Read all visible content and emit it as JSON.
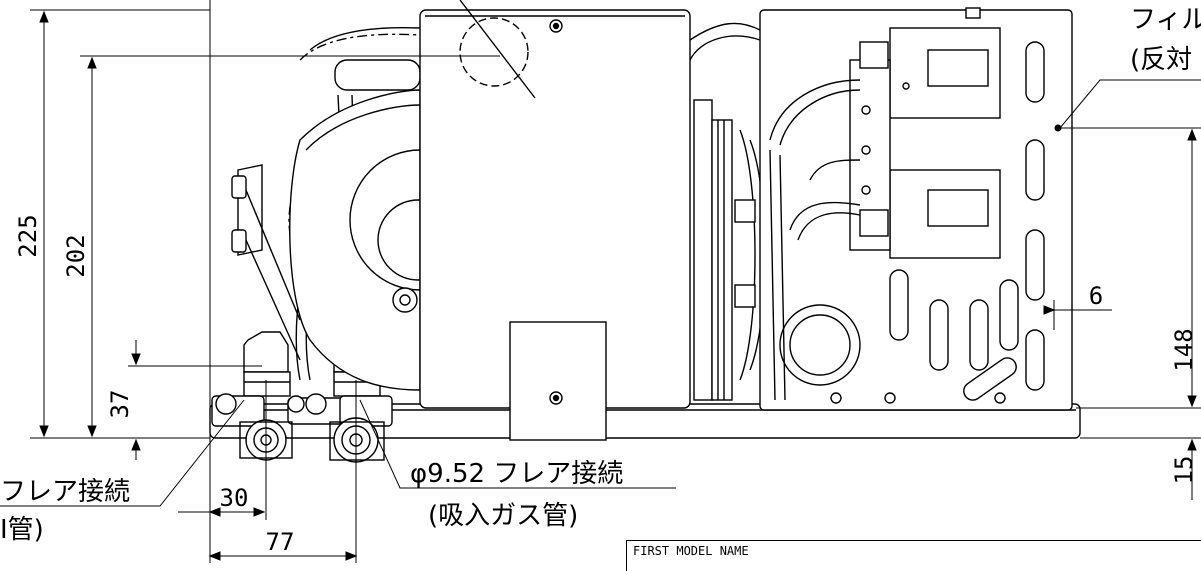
{
  "dimensions": {
    "d225": "225",
    "d202": "202",
    "d37": "37",
    "d30": "30",
    "d77": "77",
    "d6": "6",
    "d148": "148",
    "d15": "15"
  },
  "labels": {
    "left_connection_line1": "フレア接続",
    "left_connection_line2": "I管)",
    "suction_connection_line1": "φ9.52 フレア接続",
    "suction_connection_line2": "(吸入ガス管)",
    "top_right_line1": "フィル",
    "top_right_line2": "(反対"
  },
  "title_block": {
    "label": "FIRST MODEL NAME"
  }
}
